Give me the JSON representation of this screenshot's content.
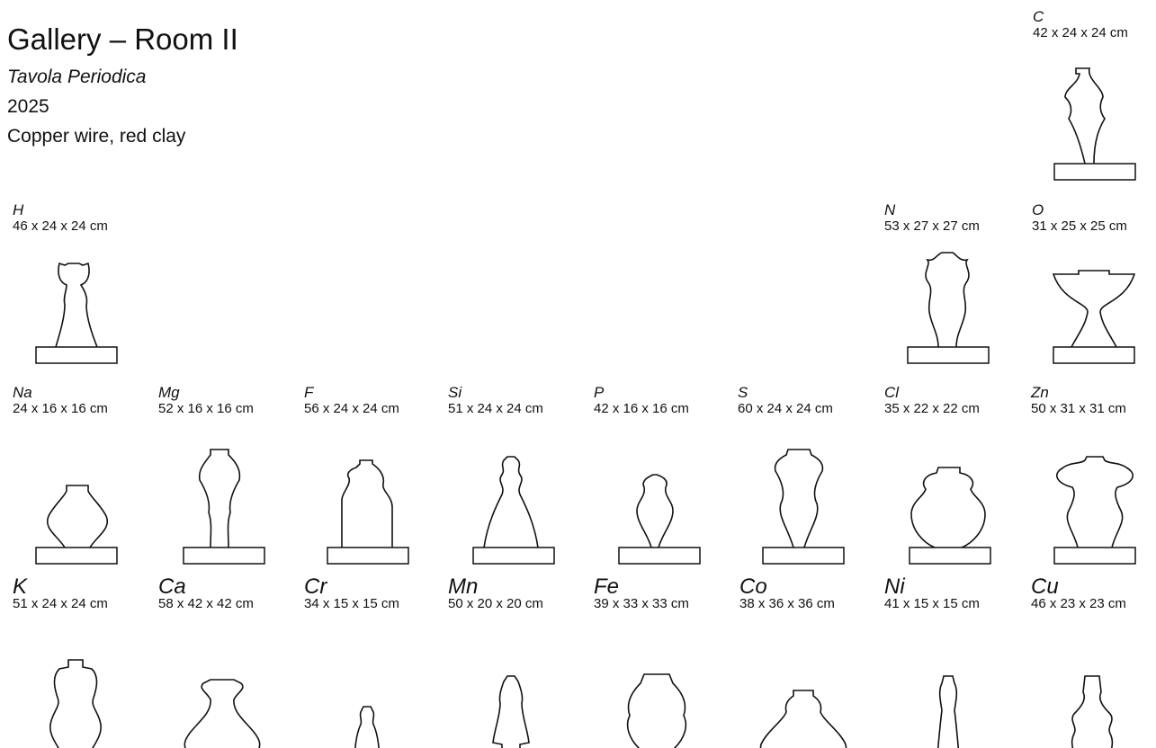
{
  "header": {
    "title": "Gallery – Room II",
    "series_title": "Tavola Periodica",
    "year": "2025",
    "material": "Copper wire, red clay"
  },
  "artworks": [
    {
      "symbol": "C",
      "dimensions": "42 x 24 x 24 cm"
    },
    {
      "symbol": "H",
      "dimensions": "46 x 24 x 24 cm"
    },
    {
      "symbol": "N",
      "dimensions": "53 x 27 x 27 cm"
    },
    {
      "symbol": "O",
      "dimensions": "31 x 25 x 25 cm"
    },
    {
      "symbol": "Na",
      "dimensions": "24 x 16 x 16 cm"
    },
    {
      "symbol": "Mg",
      "dimensions": "52 x 16 x 16 cm"
    },
    {
      "symbol": "F",
      "dimensions": "56 x 24 x 24 cm"
    },
    {
      "symbol": "Si",
      "dimensions": "51 x 24 x 24 cm"
    },
    {
      "symbol": "P",
      "dimensions": "42 x 16 x 16 cm"
    },
    {
      "symbol": "S",
      "dimensions": "60 x 24 x 24 cm"
    },
    {
      "symbol": "Cl",
      "dimensions": "35 x 22 x 22 cm"
    },
    {
      "symbol": "Zn",
      "dimensions": "50 x 31 x 31 cm"
    },
    {
      "symbol": "K",
      "dimensions": "51 x 24 x 24 cm"
    },
    {
      "symbol": "Ca",
      "dimensions": "58 x 42 x 42 cm"
    },
    {
      "symbol": "Cr",
      "dimensions": "34 x 15 x 15 cm"
    },
    {
      "symbol": "Mn",
      "dimensions": "50 x 20 x 20 cm"
    },
    {
      "symbol": "Fe",
      "dimensions": "39 x 33 x 33 cm"
    },
    {
      "symbol": "Co",
      "dimensions": "38 x 36 x 36 cm"
    },
    {
      "symbol": "Ni",
      "dimensions": "41 x 15 x 15 cm"
    },
    {
      "symbol": "Cu",
      "dimensions": "46 x 23 x 23 cm"
    }
  ]
}
